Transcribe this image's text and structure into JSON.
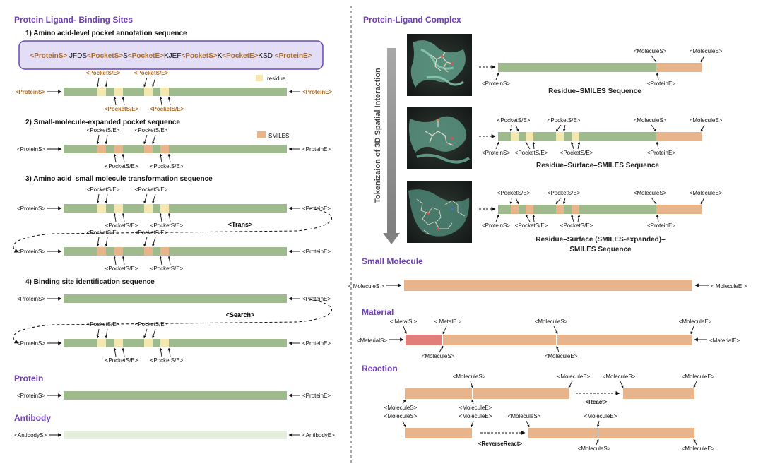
{
  "colors": {
    "protein": "#9fba8c",
    "residue": "#f4e7b0",
    "smiles": "#e8b48c",
    "metal": "#e07f7a",
    "antibody": "#e4efdd",
    "heading": "#7040b8",
    "tag_accent": "#b06a20",
    "seq_box_fill": "#e3ddf6",
    "seq_box_stroke": "#6a48b8"
  },
  "left": {
    "title": "Protein Ligand- Binding Sites",
    "s1": {
      "title": "1) Amino acid-level pocket annotation sequence",
      "seq": [
        {
          "t": "<ProteinS>",
          "c": "tag_accent"
        },
        {
          "t": " JFDS",
          "c": "plain"
        },
        {
          "t": "<PocketS>",
          "c": "tag_accent"
        },
        {
          "t": "S",
          "c": "plain"
        },
        {
          "t": "<PocketE>",
          "c": "tag_accent"
        },
        {
          "t": "KJEF",
          "c": "plain"
        },
        {
          "t": "<PocketS>",
          "c": "tag_accent"
        },
        {
          "t": "K",
          "c": "plain"
        },
        {
          "t": "<PocketE>",
          "c": "tag_accent"
        },
        {
          "t": "KSD ",
          "c": "plain"
        },
        {
          "t": "<ProteinE>",
          "c": "tag_accent"
        }
      ],
      "legend": "residue",
      "start_tag": "<ProteinS>",
      "end_tag": "<ProteinE>",
      "pocket_tag": "<PocketS/E>"
    },
    "s2": {
      "title": "2) Small-molecule-expanded pocket sequence",
      "legend": "SMILES",
      "start_tag": "<ProteinS>",
      "end_tag": "<ProteinE>",
      "pocket_tag": "<PocketS/E>"
    },
    "s3": {
      "title": "3) Amino acid–small molecule transformation sequence",
      "start_tag": "<ProteinS>",
      "end_tag": "<ProteinE>",
      "pocket_tag": "<PocketS/E>",
      "link_label": "<Trans>"
    },
    "s4": {
      "title": "4) Binding site identification sequence",
      "start_tag": "<ProteinS>",
      "end_tag": "<ProteinE>",
      "pocket_tag": "<PocketS/E>",
      "link_label": "<Search>"
    },
    "protein": {
      "title": "Protein",
      "start_tag": "<ProteinS>",
      "end_tag": "<ProteinE>"
    },
    "antibody": {
      "title": "Antibody",
      "start_tag": "<AntibodyS>",
      "end_tag": "<AntibodyE>"
    }
  },
  "right": {
    "title": "Protein-Ligand Complex",
    "vertical_label": "Tokenizaion of 3D Spatial Interaction",
    "r1": {
      "caption": "Residue–SMILES Sequence",
      "start_tag": "<ProteinS>",
      "protein_end_tag": "<ProteinE>",
      "mol_start_tag": "<MoleculeS>",
      "mol_end_tag": "<MoleculeE>"
    },
    "r2": {
      "caption": "Residue–Surface–SMILES Sequence",
      "start_tag": "<ProteinS>",
      "protein_end_tag": "<ProteinE>",
      "mol_start_tag": "<MoleculeS>",
      "mol_end_tag": "<MoleculeE>",
      "pocket_tag": "<PocketS/E>"
    },
    "r3": {
      "caption_1": "Residue–Surface (SMILES-expanded)–",
      "caption_2": "SMILES Sequence",
      "start_tag": "<ProteinS>",
      "protein_end_tag": "<ProteinE>",
      "mol_start_tag": "<MoleculeS>",
      "mol_end_tag": "<MoleculeE>",
      "pocket_tag": "<PocketS/E>"
    },
    "small_molecule": {
      "title": "Small Molecule",
      "start_tag": "< MoleculeS >",
      "end_tag": "< MoleculeE >"
    },
    "material": {
      "title": "Material",
      "start_tag": "<MaterialS>",
      "end_tag": "<MaterialE>",
      "metal_start": "< MetalS >",
      "metal_end": "< MetalE >",
      "mol_start_tag": "<MoleculeS>",
      "mol_end_tag": "<MoleculeE>"
    },
    "reaction": {
      "title": "Reaction",
      "mol_start_tag": "<MoleculeS>",
      "mol_end_tag": "<MoleculeE>",
      "react_label": "<React>",
      "reverse_label": "<ReverseReact>"
    }
  }
}
